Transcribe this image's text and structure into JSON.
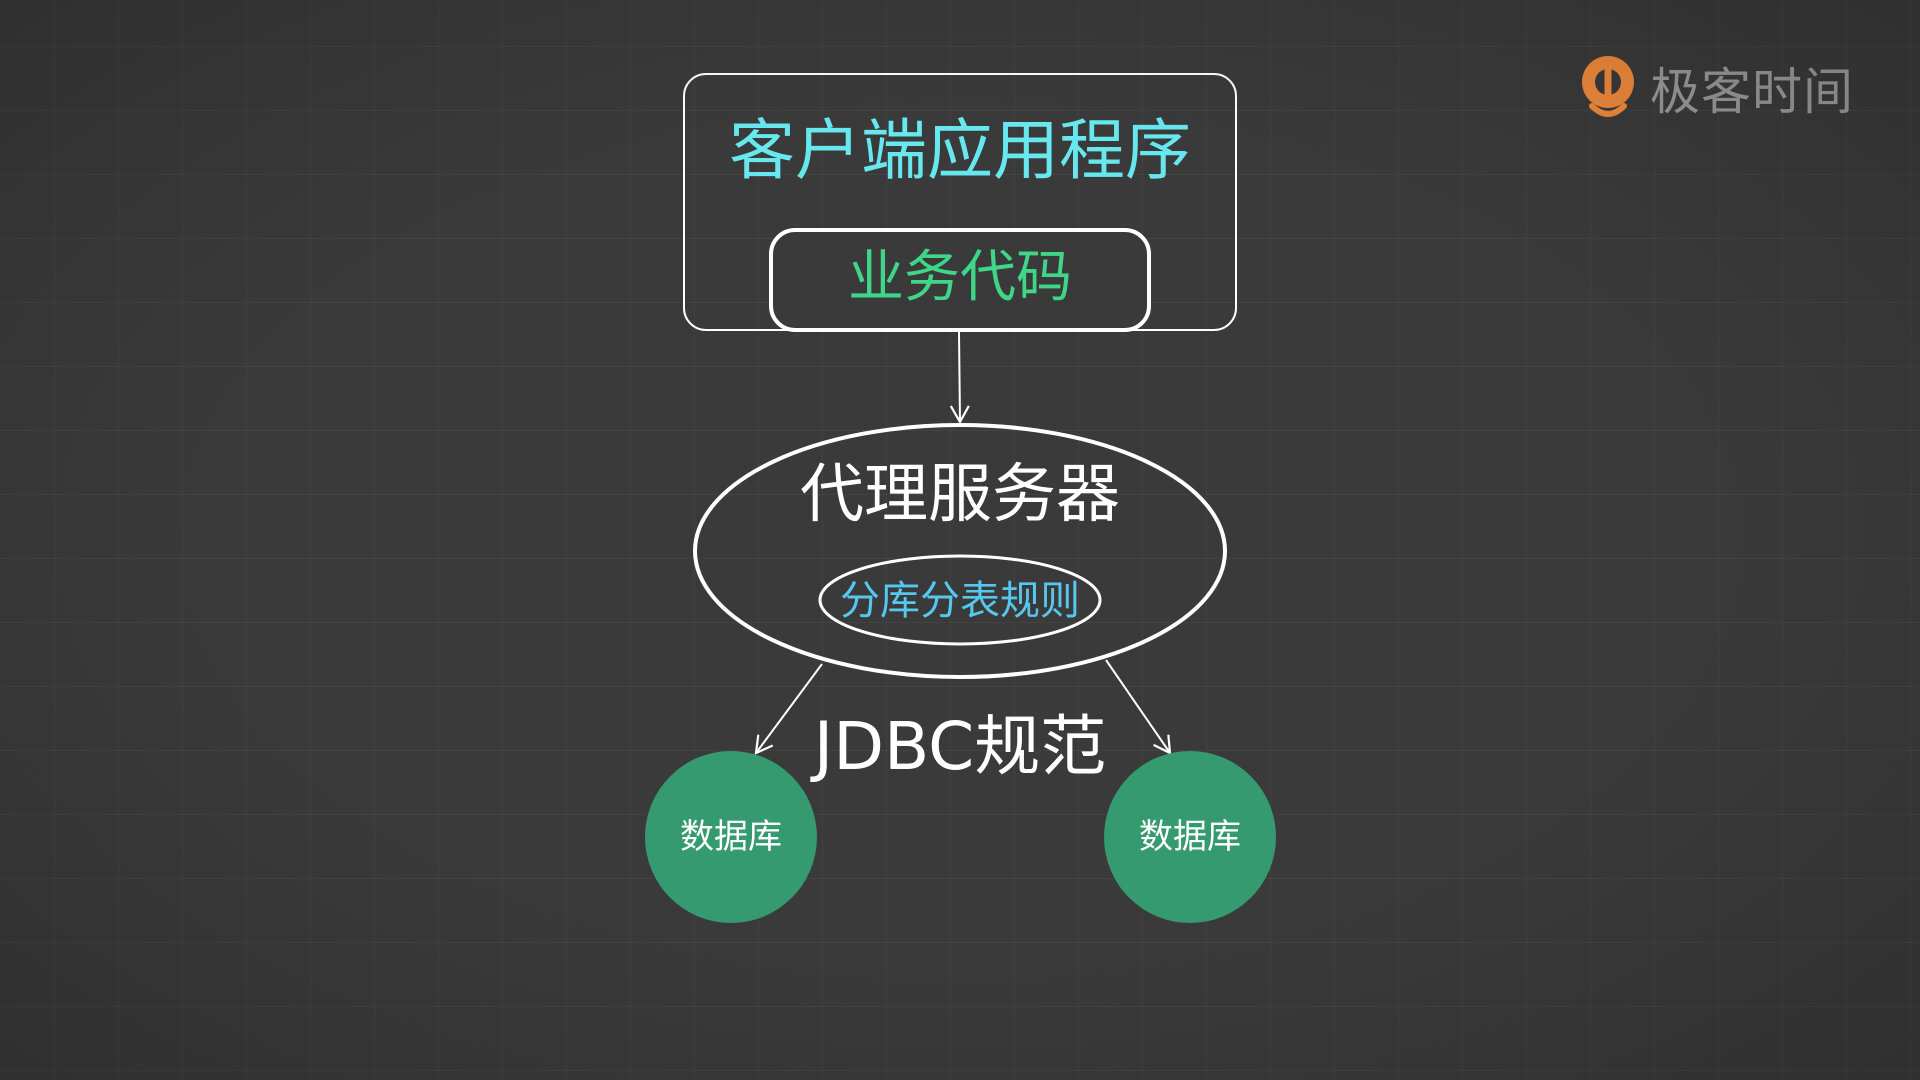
{
  "diagram": {
    "client_app": "客户端应用程序",
    "business_code": "业务代码",
    "proxy_server": "代理服务器",
    "sharding_rules": "分库分表规则",
    "jdbc_spec": "JDBC规范",
    "databases": [
      "数据库",
      "数据库"
    ]
  },
  "brand": {
    "name": "极客时间",
    "icon": "geektime-logo-icon"
  },
  "colors": {
    "background": "#3a3a3a",
    "client_title": "#66e8ee",
    "business_code": "#3fd68a",
    "sharding_rules": "#56c8ee",
    "database_fill": "#359a70",
    "stroke": "#ffffff",
    "brand_orange": "#f08a3c",
    "brand_text": "#9a9a9a"
  }
}
